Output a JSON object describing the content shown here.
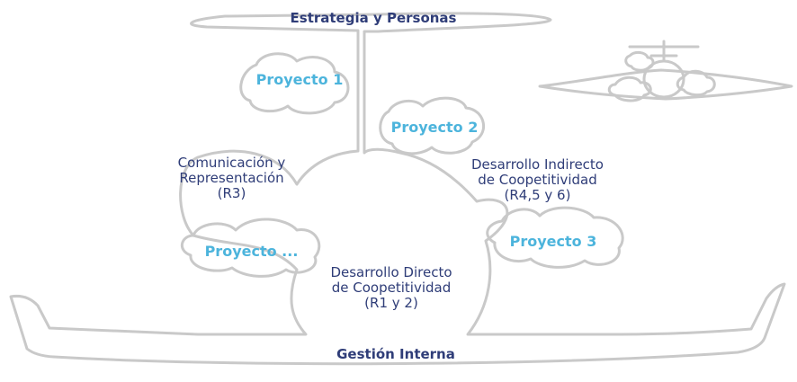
{
  "top_label": "Estrategia y Personas",
  "bottom_label": "Gestión Interna",
  "left_label": [
    "Comunicación y",
    "Representación",
    "(R3)"
  ],
  "right_label": [
    "Desarrollo Indirecto",
    "de Coopetitividad",
    "(R4,5 y 6)"
  ],
  "center_label": [
    "Desarrollo Directo",
    "de Coopetitividad",
    "(R1 y 2)"
  ],
  "projects": {
    "p1": "Proyecto 1",
    "p2": "Proyecto 2",
    "p3": "Proyecto 3",
    "pn": "Proyecto ..."
  },
  "colors": {
    "outline": "#c9c9c9",
    "dark_text": "#2f3d78",
    "light_text": "#4cb4dc"
  }
}
